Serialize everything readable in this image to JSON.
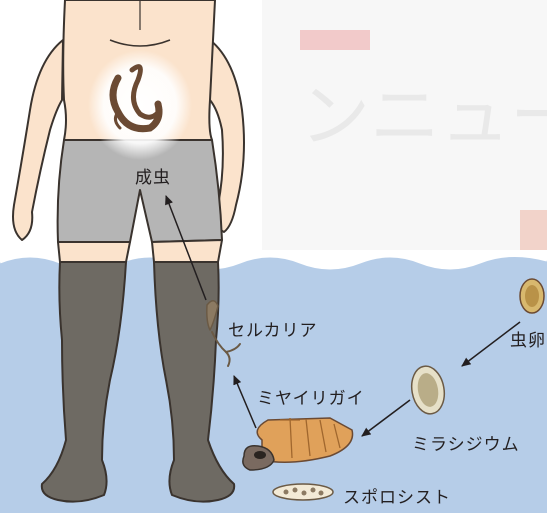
{
  "labels": {
    "adult": "成虫",
    "cercaria": "セルカリア",
    "miracidium_host": "ミヤイリガイ",
    "egg": "虫卵",
    "miracidium": "ミラシジウム",
    "sporocyst": "スポロシスト"
  },
  "colors": {
    "water": "#b6cde8",
    "skin": "#fbe3cc",
    "shorts": "#b5b5b5",
    "submerged_leg": "#6e6a63",
    "outline": "#3a332e",
    "worm": "#6b4a33",
    "snail_shell": "#e0a15a",
    "egg": "#d8b86e",
    "text": "#231f20"
  }
}
